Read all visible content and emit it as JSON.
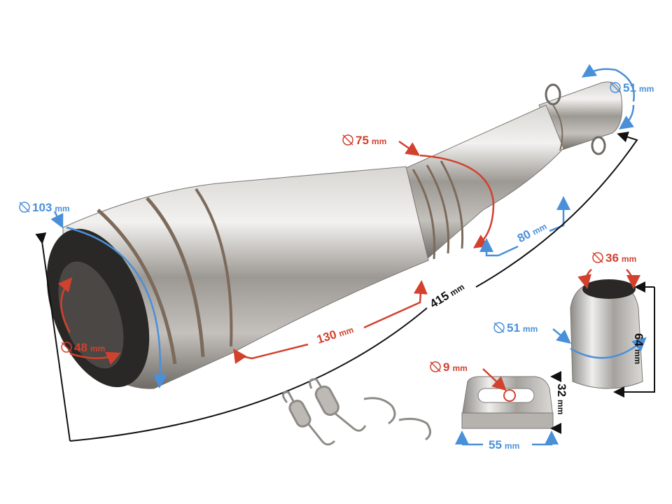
{
  "image": {
    "subject": "Stainless steel motorcycle exhaust muffler with accessories and dimension annotations",
    "background": "#ffffff"
  },
  "colors": {
    "blue_annotation": "#4a90d9",
    "red_annotation": "#d2402e",
    "black_annotation": "#111111",
    "steel": "#a9a7a4"
  },
  "dimensions": {
    "inlet_diameter": {
      "symbol": "diameter-icon",
      "value": "51",
      "unit": "mm"
    },
    "outlet_outer_diameter": {
      "symbol": "diameter-icon",
      "value": "103",
      "unit": "mm"
    },
    "outlet_inner_diameter": {
      "symbol": "diameter-icon",
      "value": "48",
      "unit": "mm"
    },
    "mid_diameter": {
      "symbol": "diameter-icon",
      "value": "75",
      "unit": "mm"
    },
    "inlet_section_length": {
      "value": "80",
      "unit": "mm"
    },
    "cone_section_length": {
      "value": "130",
      "unit": "mm"
    },
    "total_length": {
      "value": "415",
      "unit": "mm"
    },
    "db_killer_outer_diameter": {
      "symbol": "diameter-icon",
      "value": "51",
      "unit": "mm"
    },
    "db_killer_inner_diameter": {
      "symbol": "diameter-icon",
      "value": "36",
      "unit": "mm"
    },
    "db_killer_length": {
      "value": "64",
      "unit": "mm"
    },
    "bracket_hole_diameter": {
      "symbol": "diameter-icon",
      "value": "9",
      "unit": "mm"
    },
    "bracket_height": {
      "value": "32",
      "unit": "mm"
    },
    "bracket_width": {
      "value": "55",
      "unit": "mm"
    }
  },
  "parts": [
    "muffler",
    "db-killer",
    "mounting-bracket",
    "springs",
    "hooks"
  ]
}
